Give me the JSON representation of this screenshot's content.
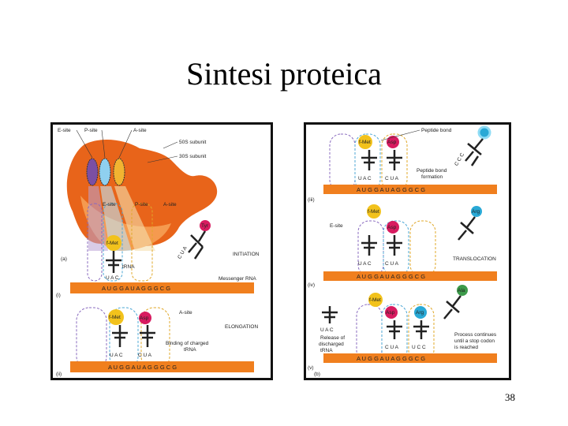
{
  "slide": {
    "title": "Sintesi proteica",
    "page_number": "38"
  },
  "left_panel": {
    "labels": {
      "e_site_top": "E-site",
      "p_site_top": "P-site",
      "a_site_top": "A-site",
      "subunit_50s": "50S subunit",
      "subunit_30s": "30S subunit",
      "e_site": "E-site",
      "p_site": "P-site",
      "a_site": "A-site",
      "fmet": "f-Met",
      "trna": "tRNA",
      "initiation": "INITIATION",
      "messenger_rna": "Messenger RNA",
      "part_a": "(a)",
      "part_i": "(i)",
      "a_site_ii": "A-site",
      "fmet_ii": "f-Met",
      "asp_ii": "Asp",
      "elongation": "ELONGATION",
      "binding_line1": "Binding of charged",
      "binding_line2": "tRNA",
      "part_ii": "(ii)",
      "tyr": "Tyr"
    },
    "mrna_i": "A U G G A U A G G G C G",
    "mrna_ii": "A U G G A U A G G G C G",
    "anticodon_i": "U A C",
    "anticodon_ii_1": "U A C",
    "anticodon_ii_2": "C U A",
    "loose_trna_anticodon": "C U A"
  },
  "right_panel": {
    "labels": {
      "peptide_bond": "Peptide bond",
      "fmet_iii": "f-Met",
      "asp_iii": "Asp",
      "peptide_formation_line1": "Peptide bond",
      "peptide_formation_line2": "formation",
      "part_iii": "(iii)",
      "fmet_iv": "f-Met",
      "asp_iv": "Asp",
      "e_site_iv": "E-site",
      "arg_iv": "Arg",
      "translocation": "TRANSLOCATION",
      "part_iv": "(iv)",
      "fmet_v": "f-Met",
      "asp_v": "Asp",
      "arg_v": "Arg",
      "ala_v": "Ala",
      "release_line1": "Release of",
      "release_line2": "discharged",
      "release_line3": "tRNA",
      "process_line1": "Process continues",
      "process_line2": "until a stop codon",
      "process_line3": "is reached",
      "part_v": "(v)",
      "part_b": "(b)"
    },
    "mrna_iii": "A U G G A U A G G G C G",
    "mrna_iv": "A U G G A U A G G G C G",
    "mrna_v": "A U G G A U A G G G C G",
    "anticodon_iii_1": "U A C",
    "anticodon_iii_2": "C U A",
    "anticodon_iv_1": "U A C",
    "anticodon_iv_2": "C U A",
    "anticodon_v_1": "C U A",
    "anticodon_v_2": "U C C",
    "released_anticodon": "U A C",
    "ccc_label": "C C C"
  },
  "colors": {
    "mrna_orange": "#f07f1e",
    "ribosome_orange": "#e8641a",
    "fmet_yellow": "#f2c21c",
    "asp_magenta": "#d81b60",
    "arg_cyan": "#29a9d6",
    "ala_green": "#3c9a4a"
  }
}
